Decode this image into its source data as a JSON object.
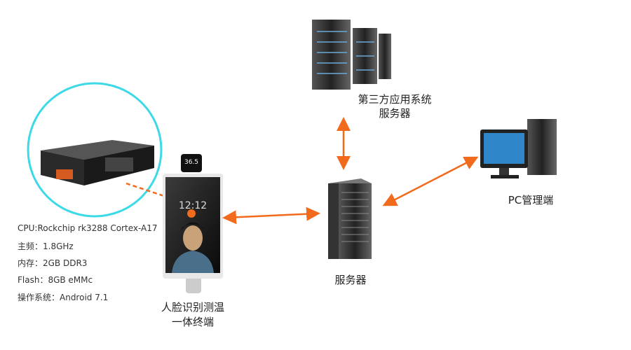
{
  "colors": {
    "arrow": "#f26a1b",
    "circle": "#3dd9e6"
  },
  "terminal": {
    "temperature": "36.5",
    "clock": "12:12",
    "label_line1": "人脸识别测温",
    "label_line2": "一体终端"
  },
  "specs": [
    "CPU:Rockchip rk3288 Cortex-A17",
    "主频：1.8GHz",
    "内存：2GB DDR3",
    "Flash：8GB eMMc",
    "操作系统：Android 7.1"
  ],
  "server": {
    "label": "服务器"
  },
  "third_party": {
    "label_line1": "第三方应用系统",
    "label_line2": "服务器"
  },
  "pc": {
    "label": "PC管理端"
  }
}
